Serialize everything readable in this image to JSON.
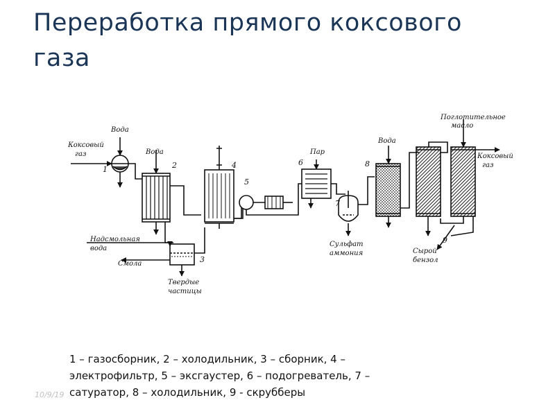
{
  "title": "Переработка прямого коксового\nгаза",
  "date": "10/9/19",
  "caption": "1 – газосборник, 2 – холодильник, 3 – сборник, 4 –\nэлектрофильтр, 5 – эксгаустер, 6 – подогреватель, 7 –\nсатуратор, 8 – холодильник, 9 - скрубберы",
  "diagram": {
    "labels": {
      "water1": "Вода",
      "coke_gas_in_1": "Коксовый",
      "coke_gas_in_2": "газ",
      "water2": "Вода",
      "steam": "Пар",
      "water3": "Вода",
      "absorb_oil_1": "Поглотительное",
      "absorb_oil_2": "масло",
      "coke_gas_out_1": "Коксовый",
      "coke_gas_out_2": "газ",
      "tar_water_1": "Надсмольная",
      "tar_water_2": "вода",
      "tar": "Смола",
      "solids_1": "Твердые",
      "solids_2": "частицы",
      "ammonium_1": "Сульфат",
      "ammonium_2": "аммония",
      "benzene_1": "Сырой",
      "benzene_2": "бензол"
    },
    "numbers": {
      "n1": "1",
      "n2": "2",
      "n3": "3",
      "n4": "4",
      "n5": "5",
      "n6": "6",
      "n7": "7",
      "n8": "8",
      "n9": "9"
    }
  }
}
